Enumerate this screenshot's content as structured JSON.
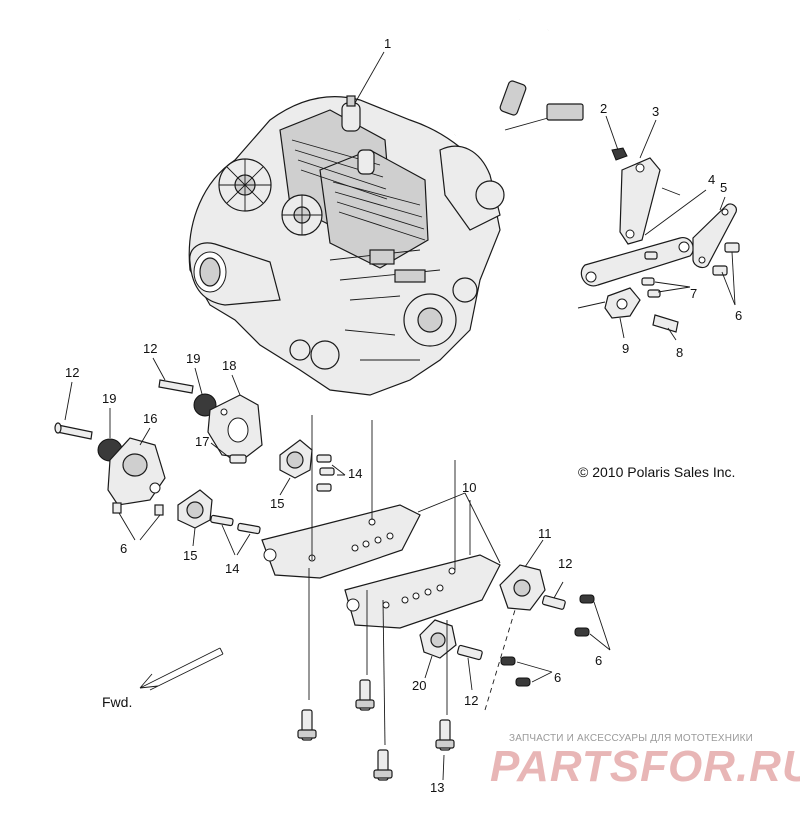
{
  "copyright": "© 2010 Polaris Sales Inc.",
  "fwd_label": "Fwd.",
  "watermark": {
    "tagline": "ЗАПЧАСТИ И АКСЕССУАРЫ ДЛЯ МОТОТЕХНИКИ",
    "logo": "PARTSFOR.RU"
  },
  "callouts": [
    "1",
    "2",
    "3",
    "4",
    "5",
    "6",
    "7",
    "8",
    "9",
    "6",
    "12",
    "19",
    "18",
    "12",
    "19",
    "16",
    "17",
    "14",
    "15",
    "6",
    "15",
    "14",
    "10",
    "11",
    "12",
    "6",
    "20",
    "12",
    "13"
  ],
  "colors": {
    "ink": "#1a1a1a",
    "part_fill": "#ececec",
    "watermark": "#e8b6b6"
  }
}
